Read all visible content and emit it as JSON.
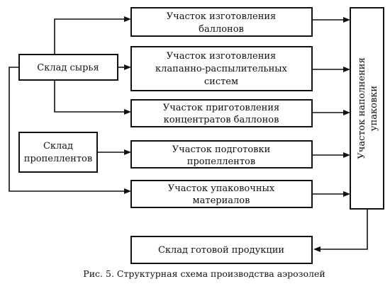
{
  "nodes": {
    "raw_materials_store": {
      "label": "Склад сырья"
    },
    "propellant_store": {
      "lines": [
        "Склад",
        "пропеллентов"
      ]
    },
    "balloon_manufacturing": {
      "lines": [
        "Участок изготовления",
        "баллонов"
      ]
    },
    "valve_spray_systems": {
      "lines": [
        "Участок изготовления",
        "клапанно-распылительных",
        "систем"
      ]
    },
    "concentrate_preparation": {
      "lines": [
        "Участок приготовления",
        "концентратов баллонов"
      ]
    },
    "propellant_preparation": {
      "lines": [
        "Участок подготовки",
        "пропеллентов"
      ]
    },
    "packaging_materials": {
      "lines": [
        "Участок упаковочных",
        "материалов"
      ]
    },
    "filling_packaging": {
      "lines": [
        "Участок наполнения",
        "упаковки"
      ]
    },
    "finished_goods_store": {
      "label": "Склад готовой продукции"
    }
  },
  "caption": "Рис. 5. Структурная схема производства аэрозолей"
}
